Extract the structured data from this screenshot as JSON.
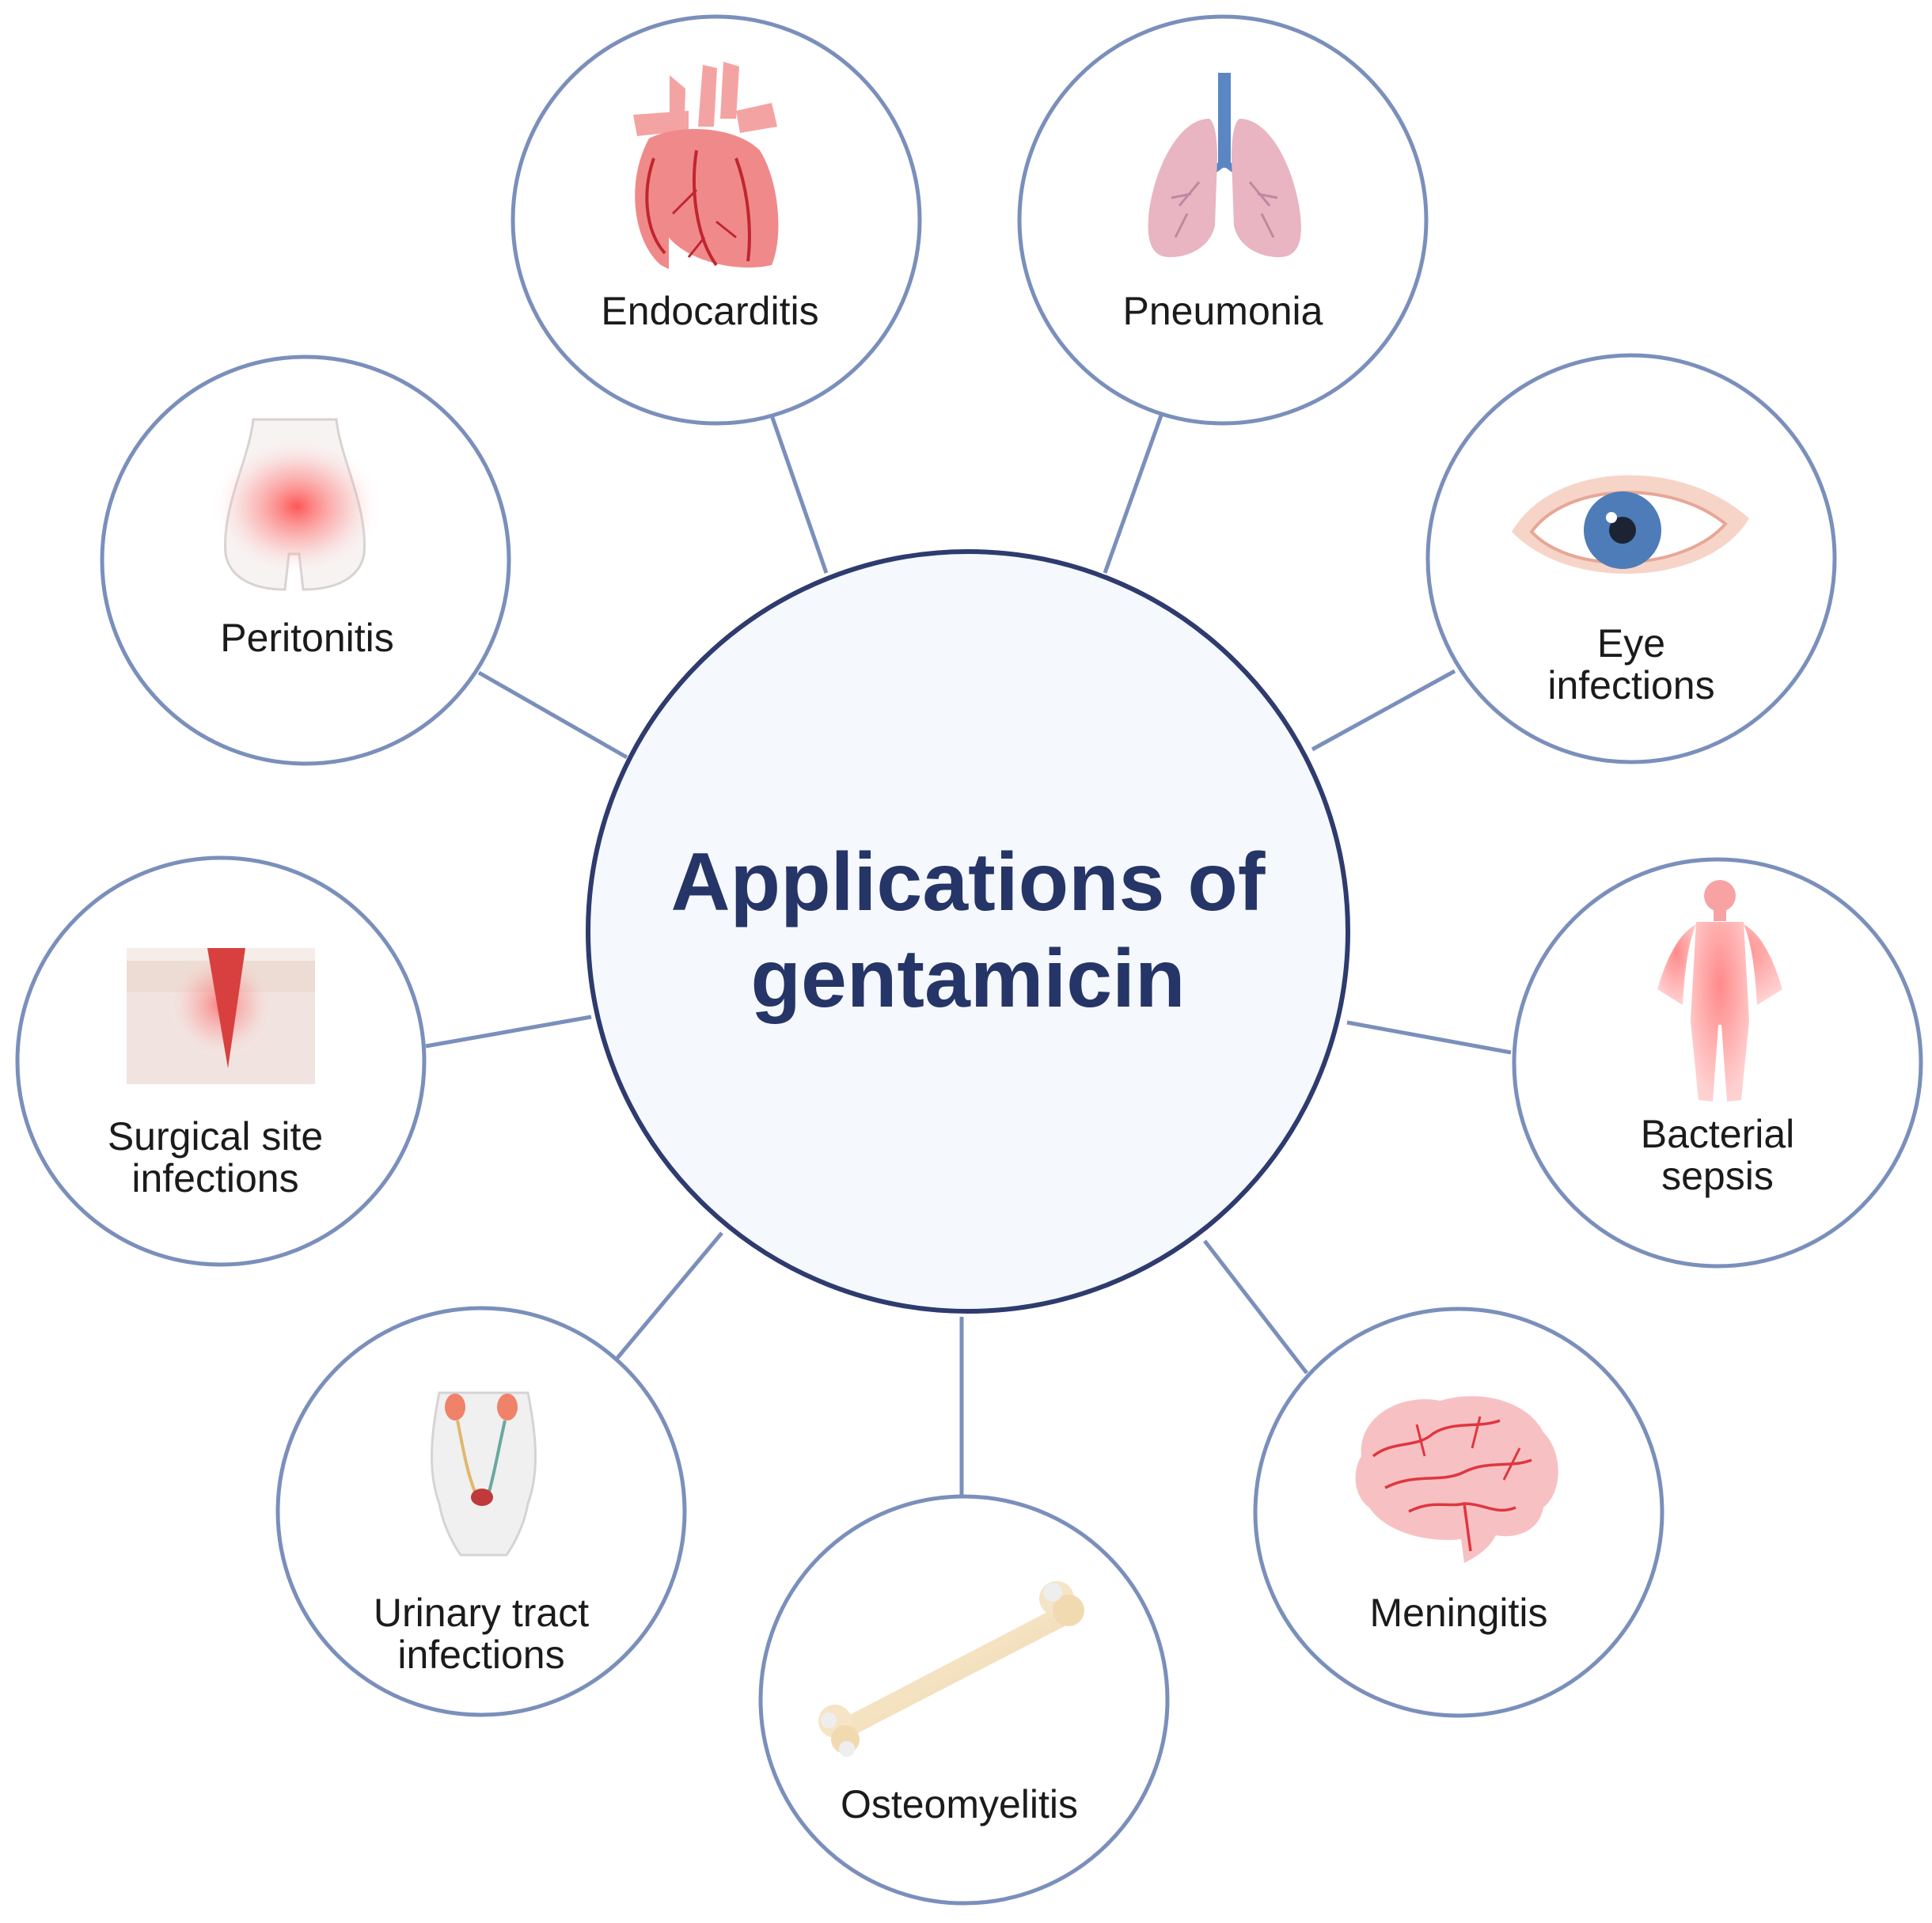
{
  "center": {
    "title_line1": "Applications of",
    "title_line2": "gentamicin"
  },
  "applications": [
    {
      "label_lines": [
        "Endocarditis"
      ],
      "icon": "heart-icon"
    },
    {
      "label_lines": [
        "Pneumonia"
      ],
      "icon": "lungs-icon"
    },
    {
      "label_lines": [
        "Eye",
        "infections"
      ],
      "icon": "eye-icon"
    },
    {
      "label_lines": [
        "Bacterial",
        "sepsis"
      ],
      "icon": "human-body-icon"
    },
    {
      "label_lines": [
        "Meningitis"
      ],
      "icon": "brain-icon"
    },
    {
      "label_lines": [
        "Osteomyelitis"
      ],
      "icon": "bone-icon"
    },
    {
      "label_lines": [
        "Urinary tract",
        "infections"
      ],
      "icon": "urinary-tract-icon"
    },
    {
      "label_lines": [
        "Surgical site",
        "infections"
      ],
      "icon": "wound-icon"
    },
    {
      "label_lines": [
        "Peritonitis"
      ],
      "icon": "abdomen-icon"
    }
  ],
  "colors": {
    "outer_circle_stroke": "#7a8fbb",
    "center_circle_stroke": "#2e3b6e",
    "center_fill": "#f5f8fd",
    "title_color": "#263567",
    "connector": "#7a8fbb"
  }
}
